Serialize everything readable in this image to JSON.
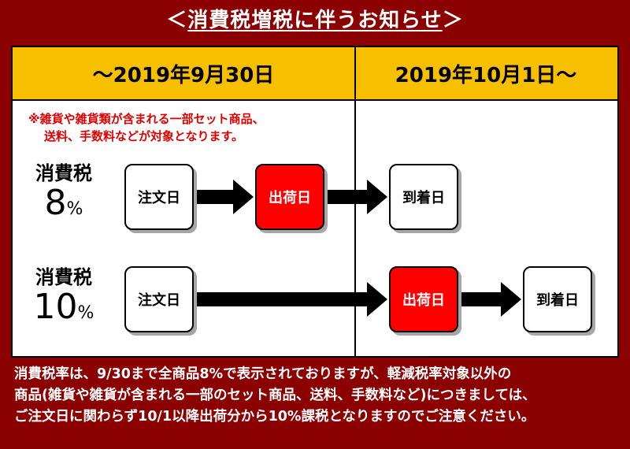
{
  "title": "＜消費税増税に伴うお知らせ＞",
  "title_parts": {
    "open": "＜",
    "text": "消費税増税に伴うお知らせ",
    "close": "＞"
  },
  "header": {
    "left": "～2019年9月30日",
    "right": "2019年10月1日～"
  },
  "note": {
    "line1": "※雑貨や雑貨類が含まれる一部セット商品、",
    "line2": "送料、手数料などが対象となります。"
  },
  "rows": [
    {
      "tax_label": "消費税",
      "rate": "8",
      "percent_sign": "%",
      "order": "注文日",
      "ship": "出荷日",
      "arrive": "到着日"
    },
    {
      "tax_label": "消費税",
      "rate": "10",
      "percent_sign": "%",
      "order": "注文日",
      "ship": "出荷日",
      "arrive": "到着日"
    }
  ],
  "footer": {
    "line1": "消費税率は、9/30まで全商品8%で表示されておりますが、軽減税率対象以外の",
    "line2": "商品(雑貨や雑貨が含まれる一部のセット商品、送料、手数料など)につきましては、",
    "line3": "ご注文日に関わらず10/1以降出荷分から10%課税となりますのでご注意ください。"
  },
  "colors": {
    "background": "#8b0000",
    "header": "#f6bf00",
    "highlight_box": "#ff0000",
    "note_text": "#e00000"
  }
}
